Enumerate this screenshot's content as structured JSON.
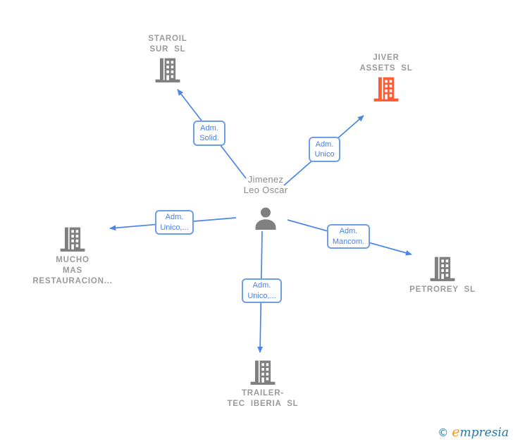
{
  "colors": {
    "edge_blue": "#4a86e8",
    "label_border_blue": "#6d9eeb",
    "label_text_blue": "#4a80e4",
    "building_gray": "#7f7f7f",
    "building_highlight": "#fb5d36",
    "node_label_gray": "#9a9a9a",
    "person_gray": "#808080",
    "brand_teal": "#2878a0",
    "brand_orange": "#f7941d"
  },
  "person": {
    "name_line1": "Jimenez",
    "name_line2": "Leo Oscar"
  },
  "companies": [
    {
      "id": "staroil",
      "line1": "STAROIL",
      "line2": "SUR SL",
      "highlighted": false
    },
    {
      "id": "jiver",
      "line1": "JIVER",
      "line2": "ASSETS SL",
      "highlighted": true
    },
    {
      "id": "mucho",
      "line1": "MUCHO",
      "line2": "MAS",
      "line3": "RESTAURACION...",
      "highlighted": false
    },
    {
      "id": "petrorey",
      "line1": "PETROREY SL",
      "highlighted": false
    },
    {
      "id": "trailertec",
      "line1": "TRAILER-",
      "line2": "TEC IBERIA SL",
      "highlighted": false
    }
  ],
  "edge_labels": [
    {
      "id": "staroil",
      "line1": "Adm.",
      "line2": "Solid."
    },
    {
      "id": "jiver",
      "line1": "Adm.",
      "line2": "Unico"
    },
    {
      "id": "mucho",
      "line1": "Adm.",
      "line2": "Unico,..."
    },
    {
      "id": "petrorey",
      "line1": "Adm.",
      "line2": "Mancom."
    },
    {
      "id": "trailertec",
      "line1": "Adm.",
      "line2": "Unico,..."
    }
  ],
  "footer": {
    "copyright": "©",
    "brand_first": "e",
    "brand_rest": "mpresia"
  }
}
